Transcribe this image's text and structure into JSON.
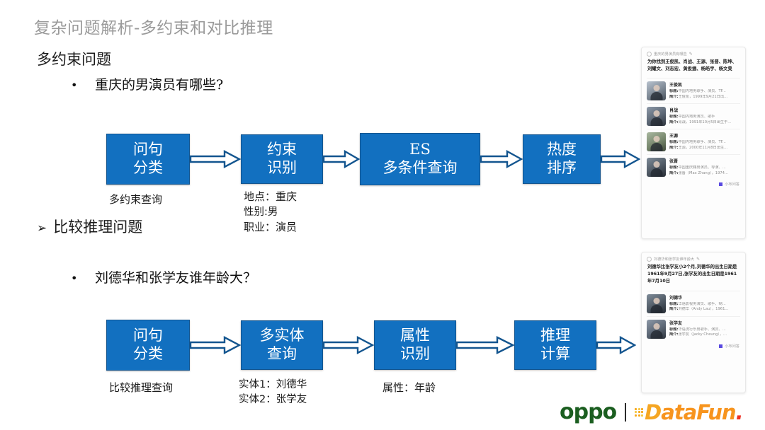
{
  "slide": {
    "title": "复杂问题解析-多约束和对比推理"
  },
  "section1": {
    "heading": "多约束问题",
    "bullet": "重庆的男演员有哪些?",
    "bullet_marker": "•",
    "flow": [
      {
        "line1": "问句",
        "line2": "分类"
      },
      {
        "line1": "约束",
        "line2": "识别"
      },
      {
        "line1": "ES",
        "line2": "多条件查询"
      },
      {
        "line1": "热度",
        "line2": "排序"
      }
    ],
    "captions": {
      "c1": "多约束查询",
      "c2_line1": "地点：重庆",
      "c2_line2": "性别:男",
      "c2_line3": "职业：演员"
    }
  },
  "section2": {
    "heading": "比较推理问题",
    "heading_marker": "➢",
    "bullet": "刘德华和张学友谁年龄大？",
    "bullet_marker": "•",
    "flow": [
      {
        "line1": "问句",
        "line2": "分类"
      },
      {
        "line1": "多实体",
        "line2": "查询"
      },
      {
        "line1": "属性",
        "line2": "识别"
      },
      {
        "line1": "推理",
        "line2": "计算"
      }
    ],
    "captions": {
      "c3": "比较推理查询",
      "c4_line1": "实体1：刘德华",
      "c4_line2": "实体2：张学友",
      "c5": "属性：年龄"
    }
  },
  "panel_a": {
    "question": "重庆的男演员有哪些",
    "answer": "为你找到王俊凯、肖战、王源、张晋、陈坤、刘耀文、刘志宏、黄俊捷、杨皓宇、杨文昊",
    "cards": [
      {
        "name": "王俊凯",
        "title_label": "标题:",
        "title_value": "中国内地男歌手、演员、TF...",
        "intro_label": "简介:",
        "intro_value": "王俊凯，1999年9月21日出..."
      },
      {
        "name": "肖战",
        "title_label": "标题:",
        "title_value": "中国内地男演员、歌手",
        "intro_label": "简介:",
        "intro_value": "肖战，1991年10月5日出生于..."
      },
      {
        "name": "王源",
        "title_label": "标题:",
        "title_value": "中国内地男歌手、演员、TF...",
        "intro_label": "简介:",
        "intro_value": "王源，2000年11月8日出生..."
      },
      {
        "name": "张晋",
        "title_label": "标题:",
        "title_value": "中国重庆籍男演员、导演、...",
        "intro_label": "简介:",
        "intro_value": "张晋（Max Zhang），1974..."
      }
    ],
    "source": "小布问答"
  },
  "panel_b": {
    "question": "刘德华和张学友谁年龄大",
    "answer": "刘德华比张学友小2个月,刘德华的出生日期是1961年9月27日,张学友的出生日期是1961年7月10日",
    "cards": [
      {
        "name": "刘德华",
        "title_label": "标题:",
        "title_value": "华语影视男演员、歌手、制...",
        "intro_label": "简介:",
        "intro_value": "刘德华（Andy Lau），1961..."
      },
      {
        "name": "张学友",
        "title_label": "标题:",
        "title_value": "华语流行乐男歌手、演员、...",
        "intro_label": "简介:",
        "intro_value": "张学友（Jacky Cheung），..."
      }
    ],
    "source": "小布问答"
  },
  "footer": {
    "oppo": "oppo",
    "datafun_1": "D",
    "datafun_2": "ataFun",
    "datafun_3": "."
  },
  "colors": {
    "node_fill": "#1270C0",
    "node_border": "#13558f",
    "arrow_stroke": "#13558f",
    "title_gray": "#9a9a9a",
    "oppo_green": "#1b5e20",
    "datafun_orange": "#f7941e",
    "datafun_red": "#ee3124",
    "source_badge": "#5a4ae0"
  }
}
